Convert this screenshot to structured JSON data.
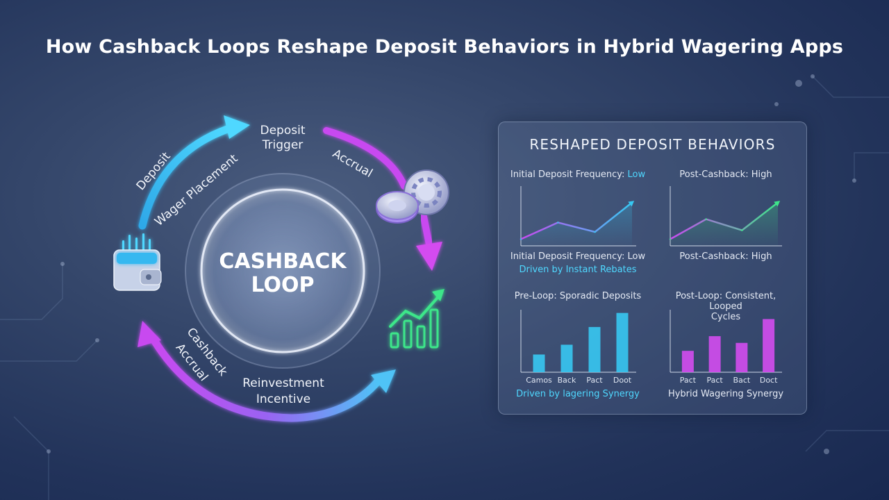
{
  "title": "How Cashback Loops Reshape Deposit Behaviors in Hybrid Wagering Apps",
  "cycle": {
    "center_line1": "CASHBACK",
    "center_line2": "LOOP",
    "labels": {
      "deposit": "Deposit",
      "wager_placement": "Wager Placement",
      "deposit_trigger_line1": "Deposit",
      "deposit_trigger_line2": "Trigger",
      "accrual_top": "Accrual",
      "cashback": "Cashback",
      "accrual_bottom": "Accrual",
      "reinvestment_line1": "Reinvestment",
      "reinvestment_line2": "Incentive"
    },
    "icons": [
      "wallet-icon",
      "casino-chips-icon",
      "growth-chart-icon"
    ],
    "colors": {
      "cyan": "#37c8f2",
      "magenta": "#c84af0",
      "green": "#3ee68a"
    }
  },
  "panel": {
    "title": "RESHAPED DEPOSIT BEHAVIORS",
    "chart1": {
      "caption_prefix": "Initial Deposit Frequency:",
      "caption_accent": "Low",
      "sublabel": "Initial Deposit Frequency: Low",
      "note": "Driven by Instant Rebates"
    },
    "chart2": {
      "caption": "Post-Cashback: High",
      "sublabel": "Post-Cashback: High"
    },
    "chart3": {
      "caption": "Pre-Loop: Sporadic Deposits",
      "note": "Driven by lagering Synergy"
    },
    "chart4": {
      "caption_line1": "Post-Loop: Consistent, Looped",
      "caption_line2": "Cycles",
      "note": "Hybrid Wagering Synergy"
    }
  },
  "chart_data": [
    {
      "type": "line",
      "values": [
        0.12,
        0.42,
        0.25,
        0.78
      ],
      "color": "#37c8f2"
    },
    {
      "type": "line",
      "values": [
        0.12,
        0.48,
        0.28,
        0.78
      ],
      "color": "#3ee68a"
    },
    {
      "type": "bar",
      "categories": [
        "Camos",
        "Back",
        "Pact",
        "Doot"
      ],
      "values": [
        0.29,
        0.45,
        0.74,
        0.97
      ],
      "color": "#37c8f2"
    },
    {
      "type": "bar",
      "categories": [
        "Pact",
        "Pact",
        "Bact",
        "Doct"
      ],
      "values": [
        0.35,
        0.59,
        0.48,
        0.87
      ],
      "color": "#d44cf0"
    }
  ]
}
